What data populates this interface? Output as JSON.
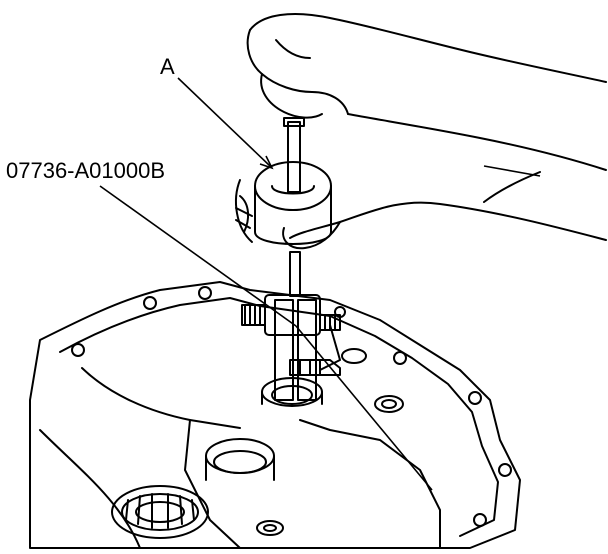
{
  "callouts": {
    "a": "A",
    "tool_number": "07736-A01000B"
  },
  "parts": {
    "hand": "hand",
    "slide_hammer_weight": "slide-hammer-weight",
    "slide_hammer_shaft": "slide-hammer-shaft",
    "bearing_puller": "bearing-puller",
    "transmission_case": "transmission-case",
    "bearing": "bearing"
  },
  "colors": {
    "ink": "#000000",
    "paper": "#ffffff"
  }
}
